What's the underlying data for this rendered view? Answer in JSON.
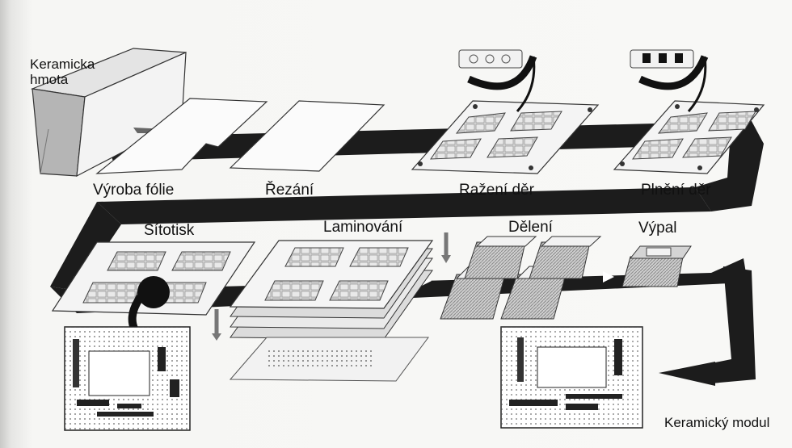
{
  "diagram": {
    "source_label": "Keramicka\nhmota",
    "stages": {
      "film": "Výroba fólie",
      "cutting": "Řezání",
      "punching": "Ražení děr",
      "filling": "Plnění děr",
      "printing": "Sítotisk",
      "lamination": "Laminování",
      "dicing": "Dělení",
      "firing": "Výpal"
    },
    "result_label": "Keramický modul"
  }
}
